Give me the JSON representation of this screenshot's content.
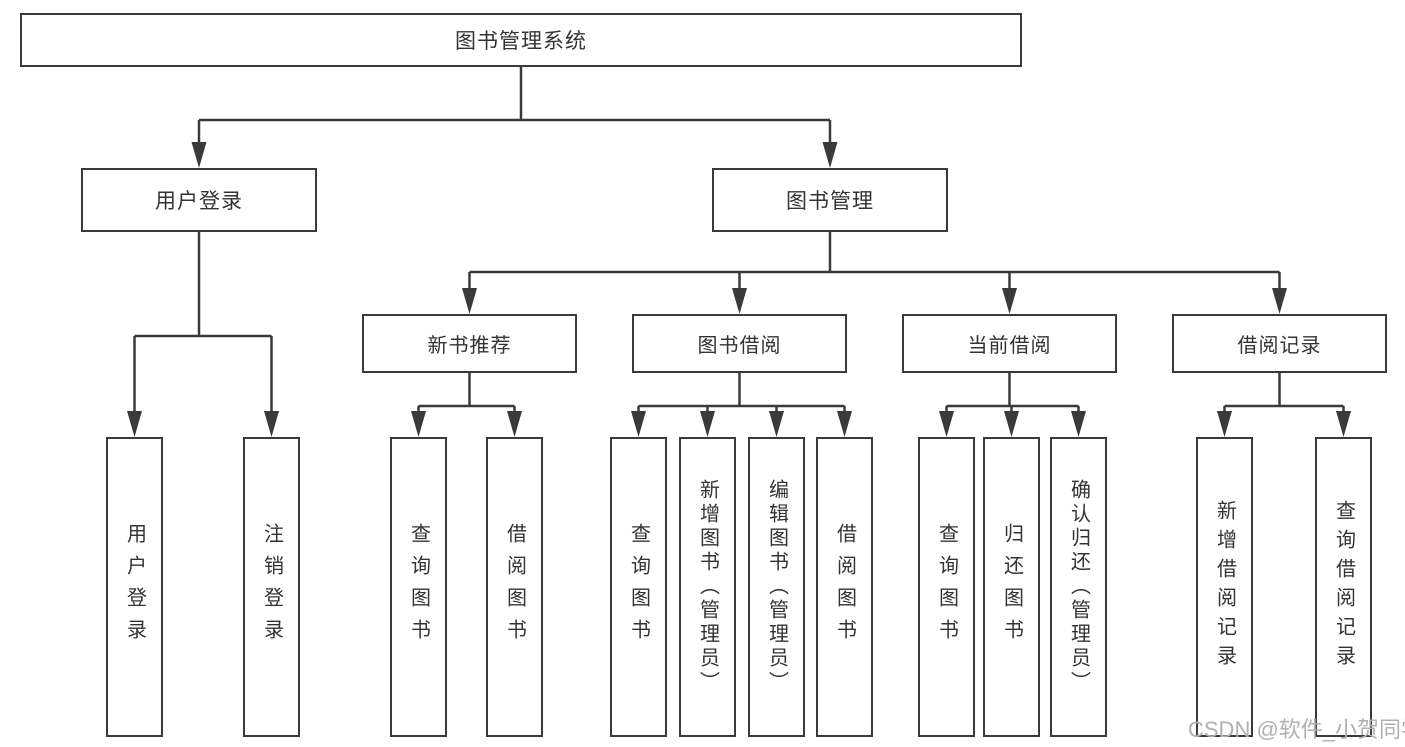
{
  "tree": {
    "root": "图书管理系统",
    "branches": [
      {
        "label": "用户登录",
        "children": [
          "用户登录",
          "注销登录"
        ]
      },
      {
        "label": "图书管理",
        "children": [
          {
            "label": "新书推荐",
            "children": [
              "查询图书",
              "借阅图书"
            ]
          },
          {
            "label": "图书借阅",
            "children": [
              "查询图书",
              "新增图书（管理员）",
              "编辑图书（管理员）",
              "借阅图书"
            ]
          },
          {
            "label": "当前借阅",
            "children": [
              "查询图书",
              "归还图书",
              "确认归还（管理员）"
            ]
          },
          {
            "label": "借阅记录",
            "children": [
              "新增借阅记录",
              "查询借阅记录"
            ]
          }
        ]
      }
    ]
  },
  "watermark": "CSDN @软件_小贺同学",
  "colors": {
    "line": "#3a3a3a",
    "box_border": "#3a3a3a",
    "text": "#333333",
    "background": "#ffffff",
    "watermark": "#b0b0b0"
  }
}
